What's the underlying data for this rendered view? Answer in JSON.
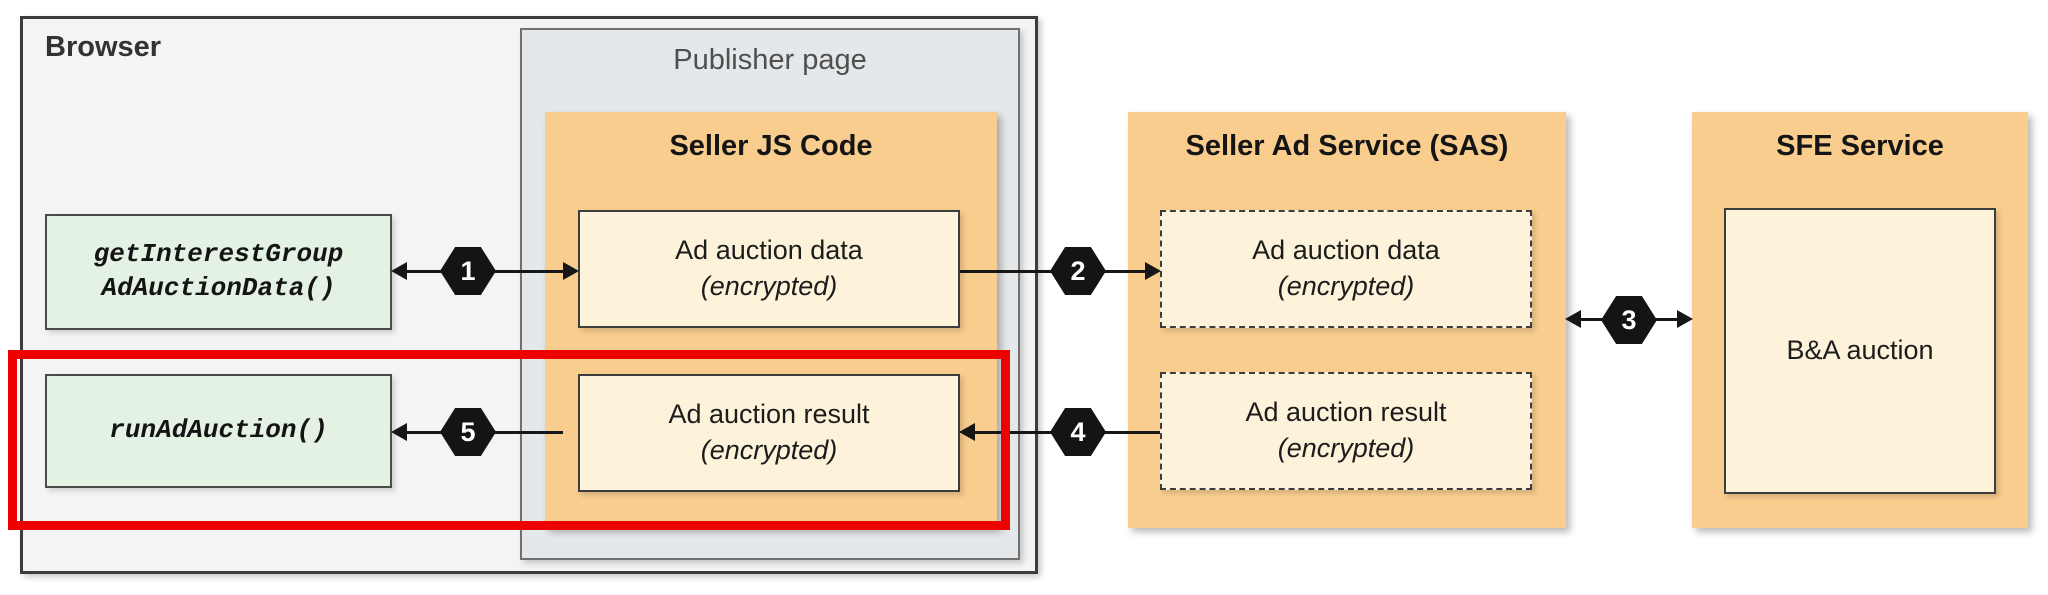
{
  "browser": {
    "label": "Browser",
    "api_box_1": {
      "line1": "getInterestGroup",
      "line2": "AdAuctionData()"
    },
    "api_box_2": {
      "line1": "runAdAuction()"
    },
    "publisher_page": {
      "label": "Publisher page",
      "seller_js": {
        "title": "Seller JS Code",
        "boxes": [
          {
            "name": "Ad auction data",
            "note": "(encrypted)"
          },
          {
            "name": "Ad auction result",
            "note": "(encrypted)"
          }
        ]
      }
    }
  },
  "seller_ad_service": {
    "title": "Seller Ad Service (SAS)",
    "boxes": [
      {
        "name": "Ad auction data",
        "note": "(encrypted)"
      },
      {
        "name": "Ad auction result",
        "note": "(encrypted)"
      }
    ]
  },
  "sfe_service": {
    "title": "SFE Service",
    "box_label": "B&A auction"
  },
  "steps": [
    "1",
    "2",
    "3",
    "4",
    "5"
  ],
  "colors": {
    "highlight_red": "#ec0000",
    "service_orange": "#f8cd8e",
    "item_cream": "#fcf3da",
    "api_green": "#e3f2e3",
    "browser_gray": "#f4f4f4",
    "publisher_gray": "#e5e8ea",
    "arrow_black": "#161616"
  }
}
